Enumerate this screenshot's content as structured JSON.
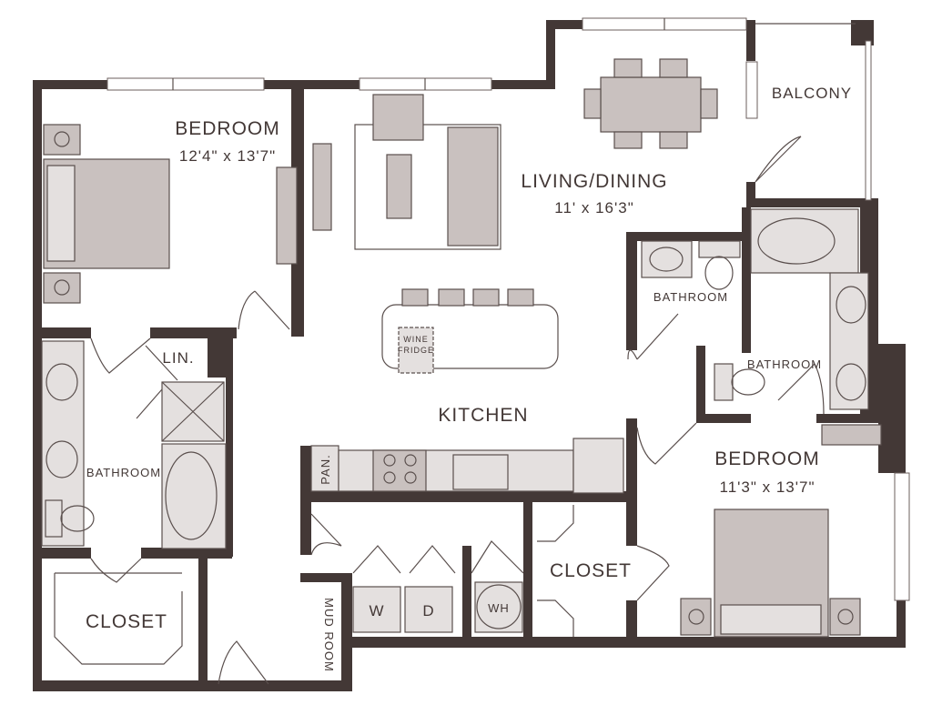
{
  "rooms": {
    "bedroom1": {
      "name": "BEDROOM",
      "size": "12'4\" x 13'7\""
    },
    "living": {
      "name": "LIVING/DINING",
      "size": "11' x 16'3\""
    },
    "balcony": {
      "name": "BALCONY"
    },
    "bath_top": {
      "name": "BATHROOM"
    },
    "bath_mid": {
      "name": "BATHROOM"
    },
    "bath_left": {
      "name": "BATHROOM"
    },
    "linen": {
      "name": "LIN."
    },
    "kitchen": {
      "name": "KITCHEN"
    },
    "bedroom2": {
      "name": "BEDROOM",
      "size": "11'3\" x 13'7\""
    },
    "closet_left": {
      "name": "CLOSET"
    },
    "closet_right": {
      "name": "CLOSET"
    },
    "mudroom": {
      "name": "MUD ROOM"
    },
    "pantry": {
      "name": "PAN."
    }
  },
  "appliances": {
    "washer": "W",
    "dryer": "D",
    "water_heater": "WH",
    "wine_fridge_line1": "WINE",
    "wine_fridge_line2": "FRIDGE"
  },
  "colors": {
    "wall": "#433836",
    "furniture": "#c9c1bf"
  }
}
